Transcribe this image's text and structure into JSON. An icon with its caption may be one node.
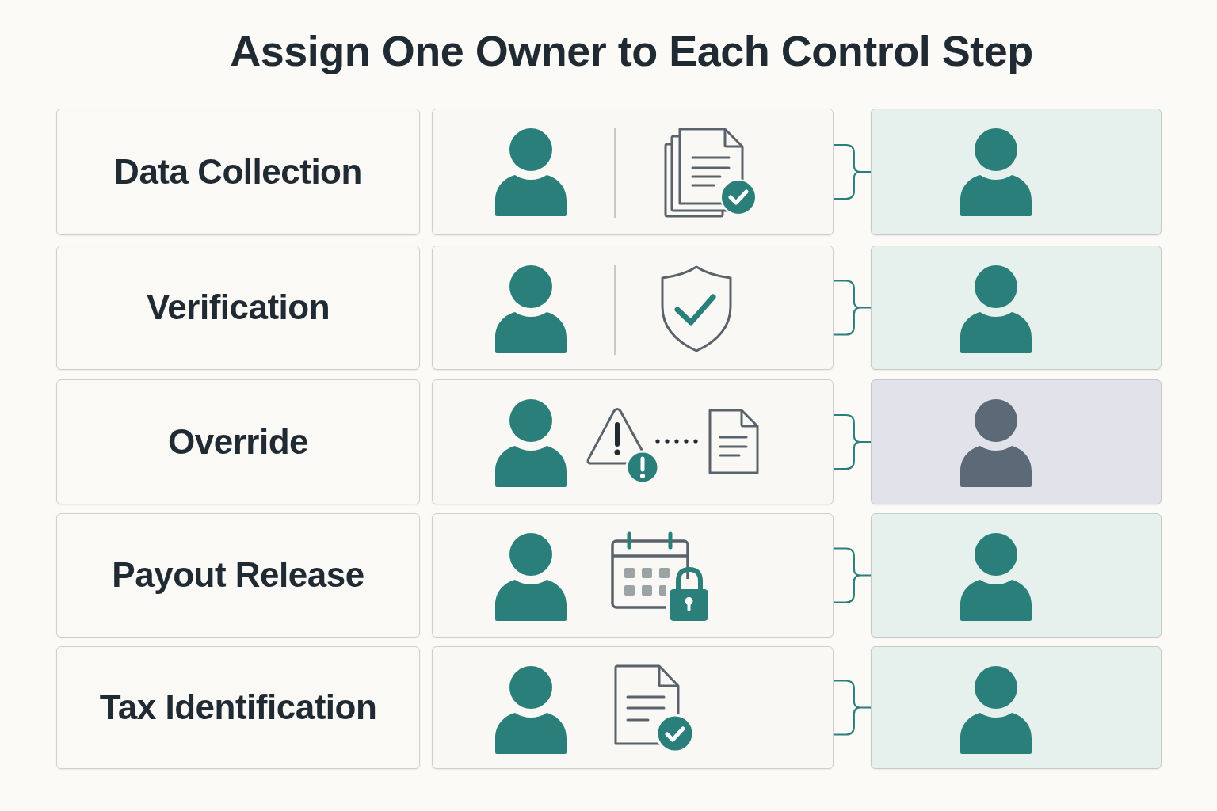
{
  "diagram": {
    "title": "Assign One Owner to Each Control Step",
    "nodes": [
      {
        "text": [
          "Data Collection"
        ]
      },
      {
        "text": [],
        "shape": "box"
      },
      {
        "text": [],
        "shape": "box"
      },
      {
        "text": [
          "Verification"
        ]
      },
      {
        "text": [],
        "shape": "box"
      },
      {
        "text": [],
        "shape": "box"
      },
      {
        "text": [
          "Override"
        ]
      },
      {
        "text": [],
        "shape": "box"
      },
      {
        "text": [],
        "shape": "box"
      },
      {
        "text": [
          "Payout Release"
        ]
      },
      {
        "text": [],
        "shape": "box"
      },
      {
        "text": [],
        "shape": "box"
      },
      {
        "text": [
          "Tax Identification"
        ]
      },
      {
        "text": [],
        "shape": "box"
      },
      {
        "text": [],
        "shape": "box"
      }
    ],
    "edges": [
      {
        "from": 1,
        "to": 2,
        "arrow": "none"
      },
      {
        "from": 4,
        "to": 5,
        "arrow": "none"
      },
      {
        "from": 7,
        "to": 8,
        "arrow": "none"
      },
      {
        "from": 10,
        "to": 11,
        "arrow": "none"
      },
      {
        "from": 13,
        "to": 14,
        "arrow": "none"
      }
    ]
  }
}
